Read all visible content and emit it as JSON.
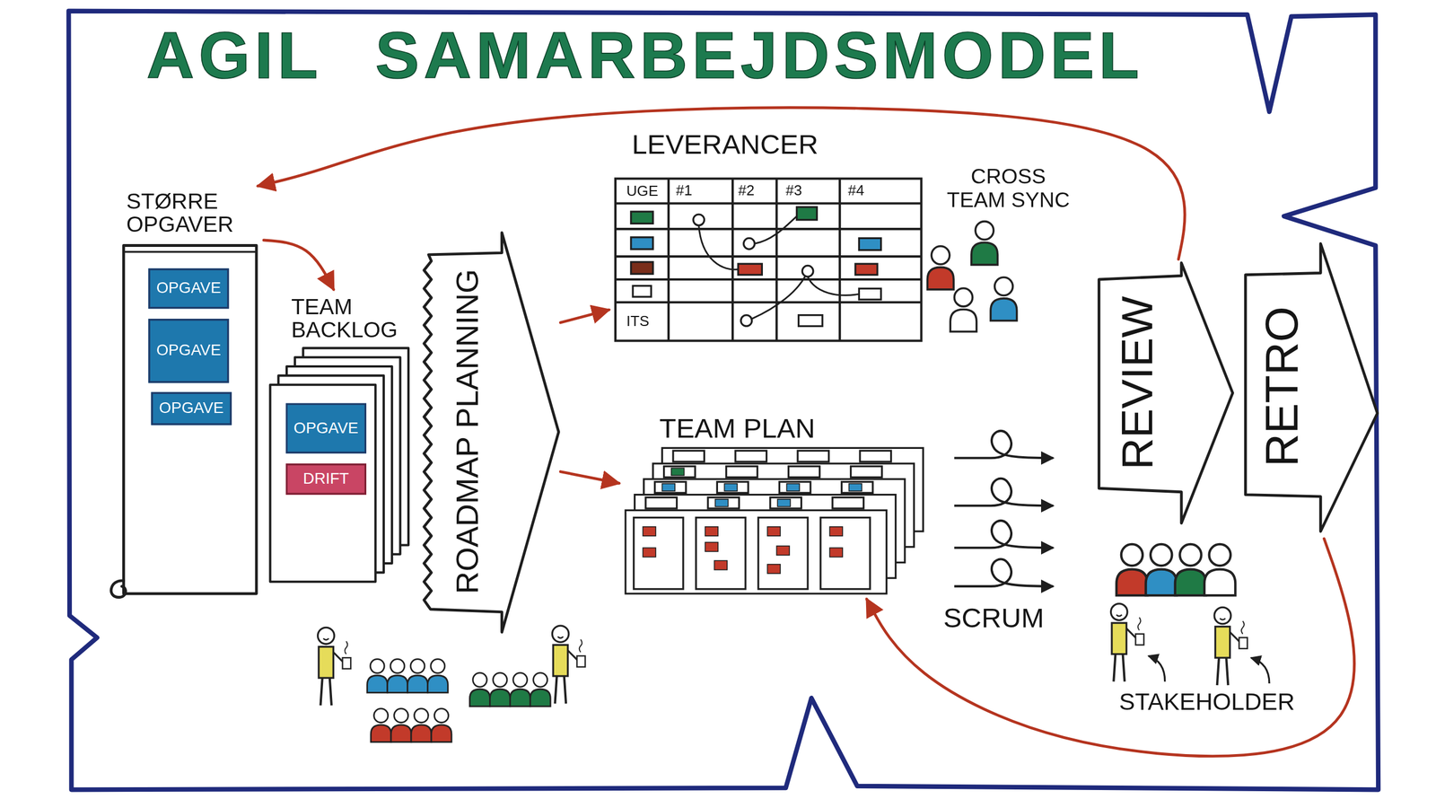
{
  "diagram": {
    "title": "AGIL SAMARBEJDSMODEL",
    "nodes": [
      {
        "text": [
          "STØRRE OPGAVER"
        ]
      },
      {
        "text": [
          "OPGAVE"
        ],
        "in": 0
      },
      {
        "text": [
          "OPGAVE"
        ],
        "in": 0
      },
      {
        "text": [
          "OPGAVE"
        ],
        "in": 0
      },
      {
        "text": [
          "TEAM BACKLOG"
        ]
      },
      {
        "text": [
          "OPGAVE"
        ],
        "in": 4
      },
      {
        "text": [
          "DRIFT"
        ],
        "in": 4
      },
      {
        "text": [
          "ROADMAP PLANNING"
        ]
      },
      {
        "text": [
          "LEVERANCER"
        ]
      },
      {
        "text": [
          "TEAM PLAN"
        ]
      },
      {
        "text": [
          "REVIEW"
        ]
      },
      {
        "text": [
          "RETRO"
        ]
      }
    ],
    "edges": [
      {
        "from": 0,
        "to": 4,
        "arrow": "to"
      },
      {
        "from": 7,
        "to": 8,
        "arrow": "to"
      },
      {
        "from": 7,
        "to": 9,
        "arrow": "to"
      },
      {
        "from": 10,
        "to": 0,
        "arrow": "to"
      },
      {
        "from": 11,
        "to": 9,
        "arrow": "to"
      }
    ],
    "labels": [
      "UGE",
      "#1",
      "#2",
      "#3",
      "#4",
      "ITS",
      "CROSS TEAM SYNC",
      "SCRUM",
      "STAKEHOLDER"
    ]
  }
}
